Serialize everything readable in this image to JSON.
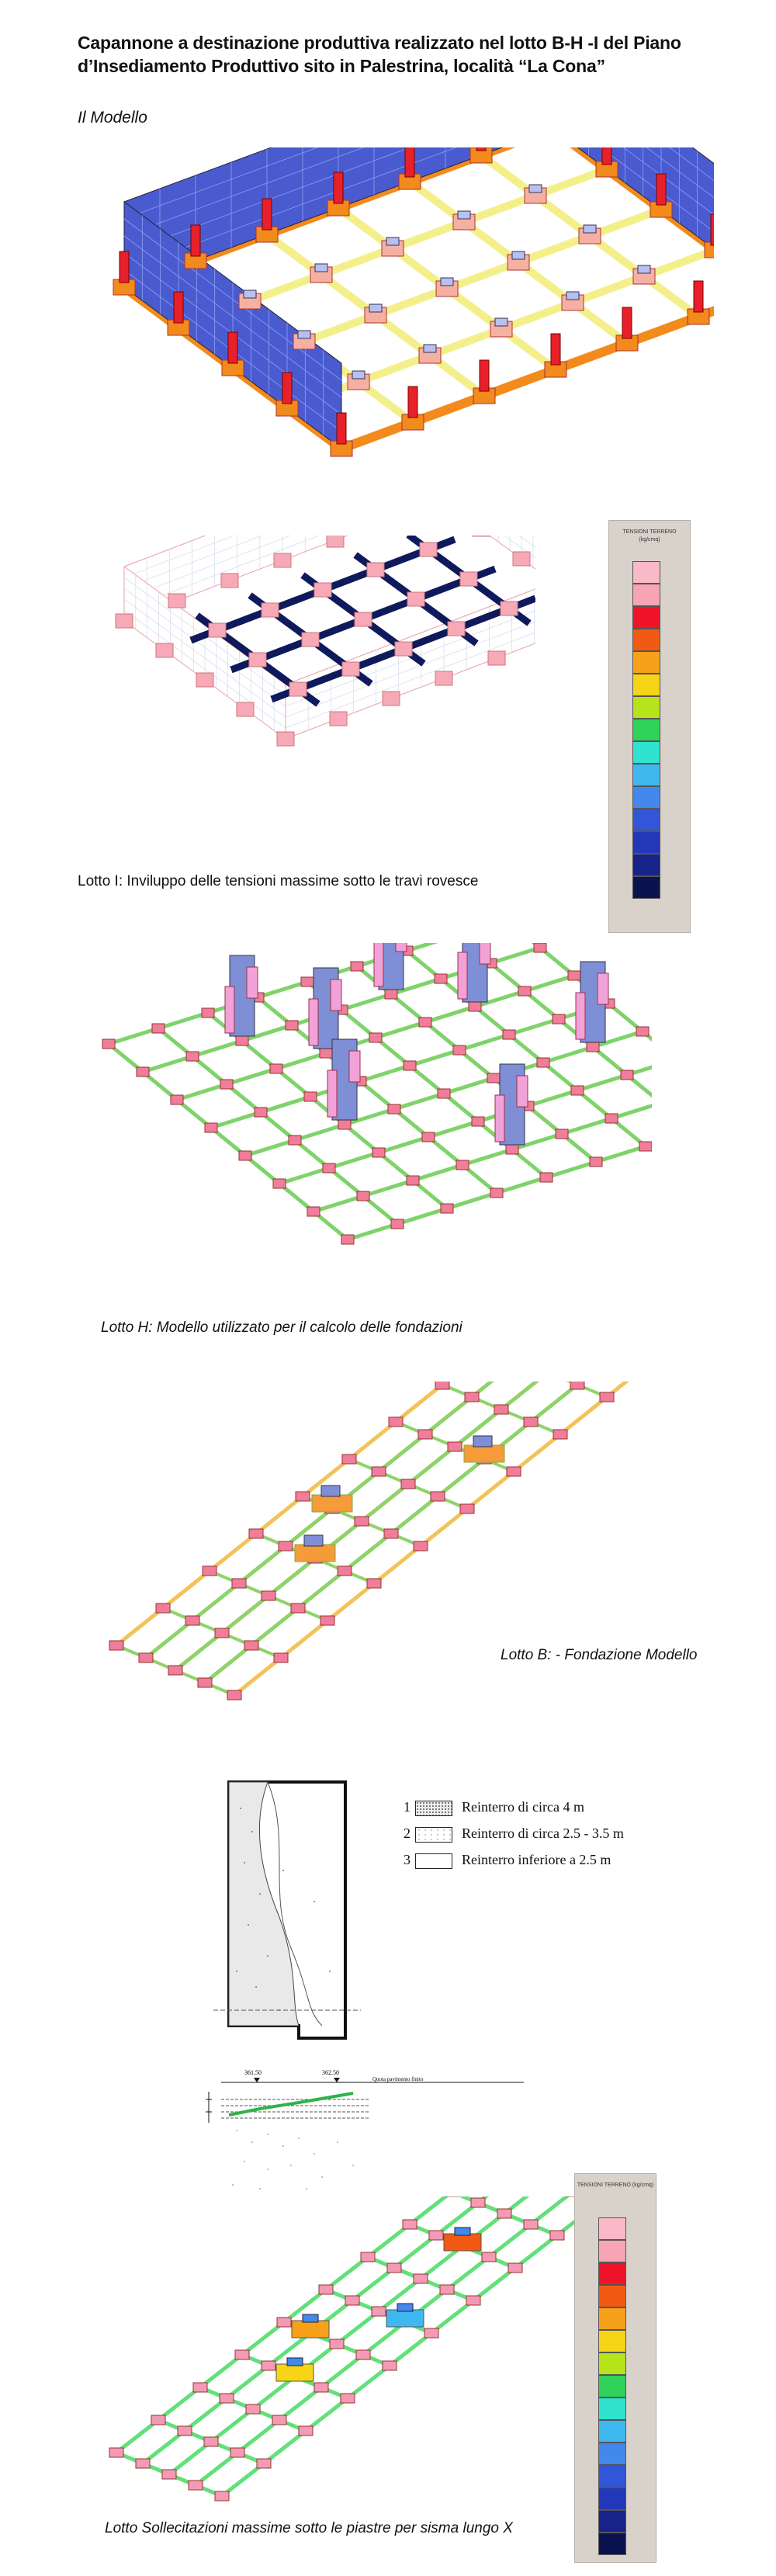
{
  "title": "Capannone a destinazione produttiva realizzato nel lotto B-H -I del Piano d’Insediamento Produttivo sito in Palestrina, località “La Cona”",
  "subtitle": "Il Modello",
  "captions": {
    "lotto_i": "Lotto I:  Inviluppo delle tensioni massime sotto le travi rovesce",
    "lotto_h": "Lotto H: Modello utilizzato per il calcolo delle fondazioni",
    "lotto_b": "Lotto B: - Fondazione Modello",
    "lotto_sisma": "Lotto  Sollecitazioni massime sotto le piastre per sisma lungo X"
  },
  "soil_legend": [
    {
      "num": "1",
      "label": "Reinterro di circa 4 m",
      "pattern": "dots"
    },
    {
      "num": "2",
      "label": "Reinterro di circa 2.5 - 3.5 m",
      "pattern": "sparse"
    },
    {
      "num": "3",
      "label": "Reinterro inferiore a 2.5 m",
      "pattern": "empty"
    }
  ],
  "section_elevations": {
    "left": "361.50",
    "right": "362.50"
  },
  "colors": {
    "pink": "#f7a9b8",
    "red": "#e8202a",
    "orange": "#f28a1c",
    "yellow": "#f6ef3a",
    "green": "#34d349",
    "cyan": "#31e0d2",
    "blue": "#3a6fe0",
    "navy": "#0f1a5c",
    "wall_blue": "#4a5bd0",
    "beam_yellow": "#f3f08c",
    "legend_bg": "#d9d2cb"
  },
  "stress_scale_colors": [
    "#f9b9c6",
    "#f7a4b4",
    "#f0142b",
    "#f25a14",
    "#f7a01a",
    "#f5d515",
    "#b6e41a",
    "#2fd35a",
    "#2fe3cf",
    "#3fb8f0",
    "#4388ec",
    "#3156d8",
    "#2238b8",
    "#18238a",
    "#0b1250"
  ]
}
